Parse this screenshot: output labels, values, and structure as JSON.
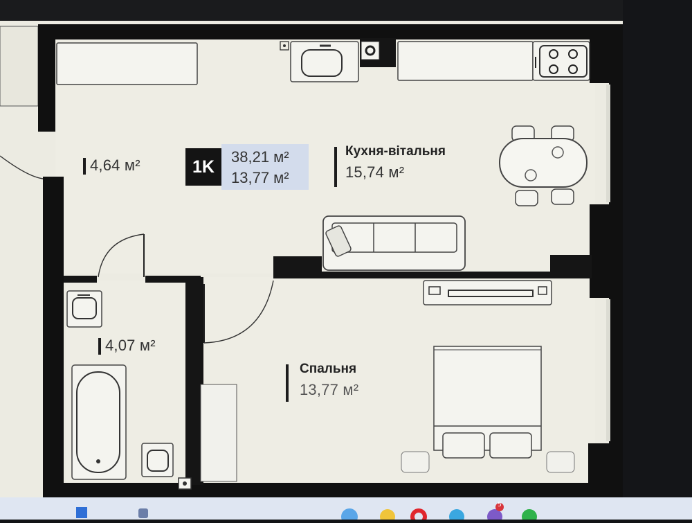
{
  "plan": {
    "unit_badge": "1K",
    "total_area": "38,21 м²",
    "living_area": "13,77 м²",
    "rooms": {
      "kitchen": {
        "name": "Кухня-вітальня",
        "area": "15,74 м²"
      },
      "hallway": {
        "area": "4,64 м²"
      },
      "bathroom": {
        "area": "4,07 м²"
      },
      "bedroom": {
        "name": "Спальня",
        "area": "13,77 м²"
      }
    }
  },
  "taskbar": {
    "notification_count": "5",
    "colors": {
      "bar": "#dfe6f2",
      "accent": "#2f6fd6"
    },
    "icons": [
      "start-icon",
      "taskview-icon",
      "app-icon",
      "opera-icon",
      "app-icon",
      "telegram-icon",
      "viber-icon"
    ]
  }
}
